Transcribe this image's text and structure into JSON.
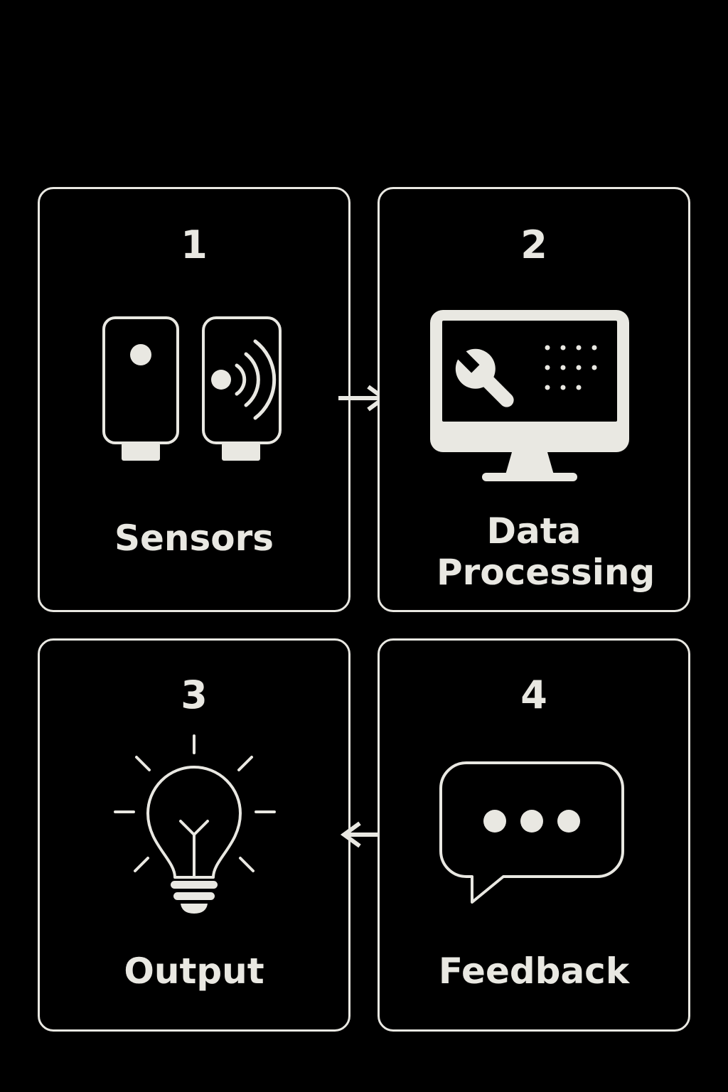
{
  "steps": [
    {
      "number": "1",
      "label": "Sensors",
      "icon": "sensors-icon"
    },
    {
      "number": "2",
      "label": "Data Processing",
      "icon": "monitor-wrench-icon"
    },
    {
      "number": "3",
      "label": "Output",
      "icon": "lightbulb-icon"
    },
    {
      "number": "4",
      "label": "Feedback",
      "icon": "speech-bubble-icon"
    }
  ],
  "colors": {
    "background": "#000000",
    "foreground": "#e9e8e2"
  }
}
